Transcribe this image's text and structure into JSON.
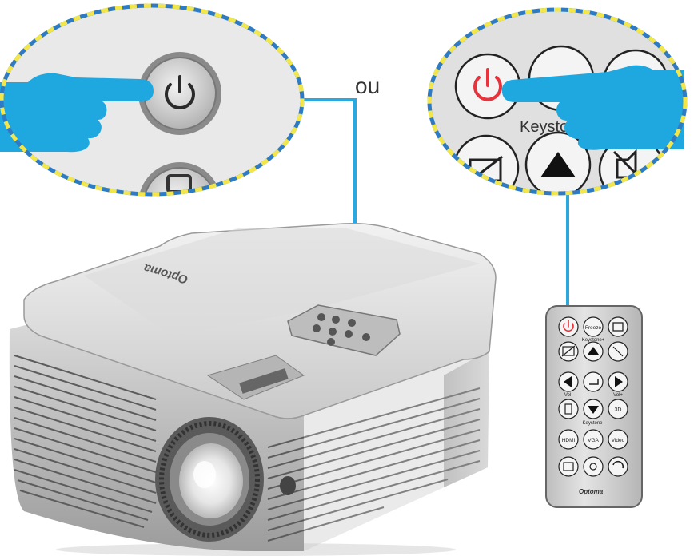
{
  "connector_text": "ou",
  "colors": {
    "connector": "#29a9e0",
    "dashed_outline_blue": "#2e7bc4",
    "dashed_outline_yellow": "#f2e64a",
    "pointer_hand": "#1fa8e0",
    "power_red": "#e8323c",
    "projector_body": "#cfcfcf"
  },
  "icons": {
    "hand": "pointing-hand-icon",
    "power": "power-icon"
  },
  "projector": {
    "brand": "Optoma"
  },
  "zoom_right": {
    "label": "Keystone"
  },
  "remote": {
    "brand": "Optoma",
    "buttons": {
      "freeze": "Freeze",
      "keystone_plus": "Keystone+",
      "keystone_minus": "Keystone-",
      "vol_minus": "Vol-",
      "vol_plus": "Vol+",
      "btn_3d": "3D",
      "hdmi": "HDMI",
      "vga": "VGA",
      "video": "Video"
    }
  }
}
